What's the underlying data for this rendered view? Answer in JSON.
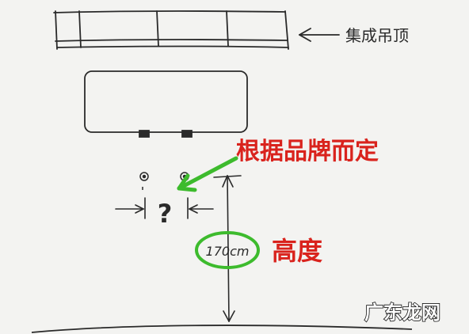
{
  "labels": {
    "ceiling": "集成吊顶",
    "depends_on_brand": "根据品牌而定",
    "measurement": "170cm",
    "height": "高度",
    "question_mark": "?",
    "watermark": "广东龙网"
  },
  "colors": {
    "background": "#f3f3f1",
    "pencil": "#2a2a2a",
    "red_text": "#d9231d",
    "green_highlight": "#3dbb2d"
  }
}
